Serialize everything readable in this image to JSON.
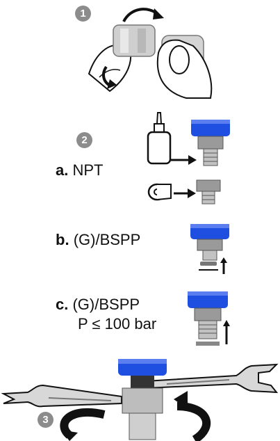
{
  "steps": {
    "step1_badge": "1",
    "step2_badge": "2",
    "step3_badge": "3"
  },
  "options": {
    "a_letter": "a.",
    "a_text": "NPT",
    "b_letter": "b.",
    "b_text": "(G)/BSPP",
    "c_letter": "c.",
    "c_text": "(G)/BSPP",
    "c_pressure": "P ≤ 100 bar"
  },
  "colors": {
    "cap_blue": "#1f4fe0",
    "badge_gray": "#8c8c8c",
    "metal": "#9a9a9a"
  }
}
